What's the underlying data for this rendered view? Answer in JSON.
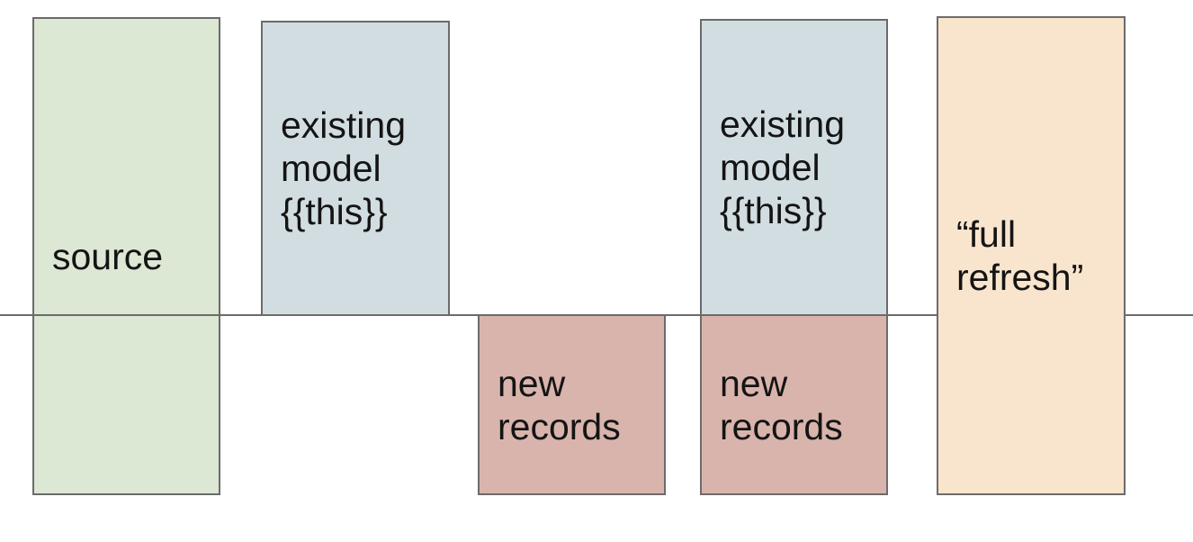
{
  "diagram": {
    "background": "#ffffff",
    "border_color": "#6b6b6b",
    "text_color": "#141414",
    "timeline": {
      "description": "horizontal-divider-line",
      "color": "#6b6b6b"
    },
    "boxes": [
      {
        "name": "source",
        "label": "source",
        "fill": "#dce7d4"
      },
      {
        "name": "existing-model-1",
        "label": "existing model {{this}}",
        "fill": "#d2dde2"
      },
      {
        "name": "new-records-1",
        "label": "new records",
        "fill": "#d9b4ac"
      },
      {
        "name": "existing-model-2",
        "label": "existing model {{this}}",
        "fill": "#d2dde2"
      },
      {
        "name": "new-records-2",
        "label": "new records",
        "fill": "#d9b4ac"
      },
      {
        "name": "full-refresh",
        "label": "“full refresh”",
        "fill": "#f9e5cd"
      }
    ]
  }
}
